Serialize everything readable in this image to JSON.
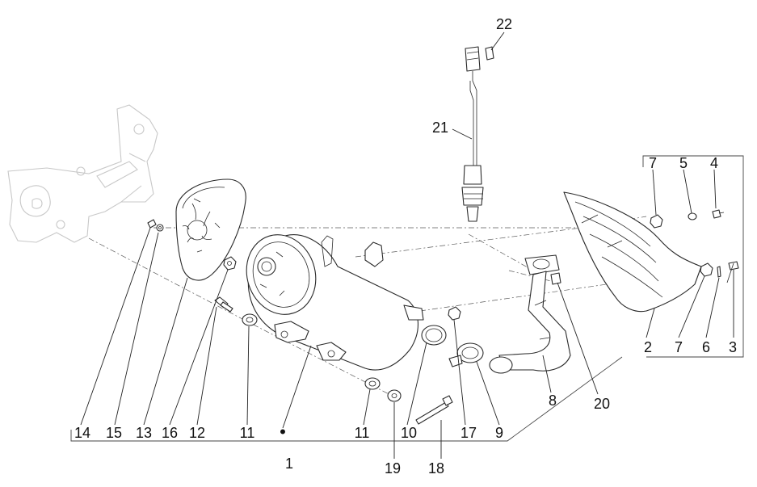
{
  "callouts": {
    "c1": "1",
    "c2": "2",
    "c3": "3",
    "c4": "4",
    "c5": "5",
    "c6": "6",
    "c7a": "7",
    "c7b": "7",
    "c8": "8",
    "c9": "9",
    "c10": "10",
    "c11a": "11",
    "c11b": "11",
    "c12": "12",
    "c13": "13",
    "c14": "14",
    "c15": "15",
    "c16": "16",
    "c17": "17",
    "c18": "18",
    "c19": "19",
    "c20": "20",
    "c21": "21",
    "c22": "22"
  },
  "bullet": "•",
  "colors": {
    "ink": "#2a2a2a",
    "context_part": "#c8c8c8",
    "background": "#ffffff"
  }
}
